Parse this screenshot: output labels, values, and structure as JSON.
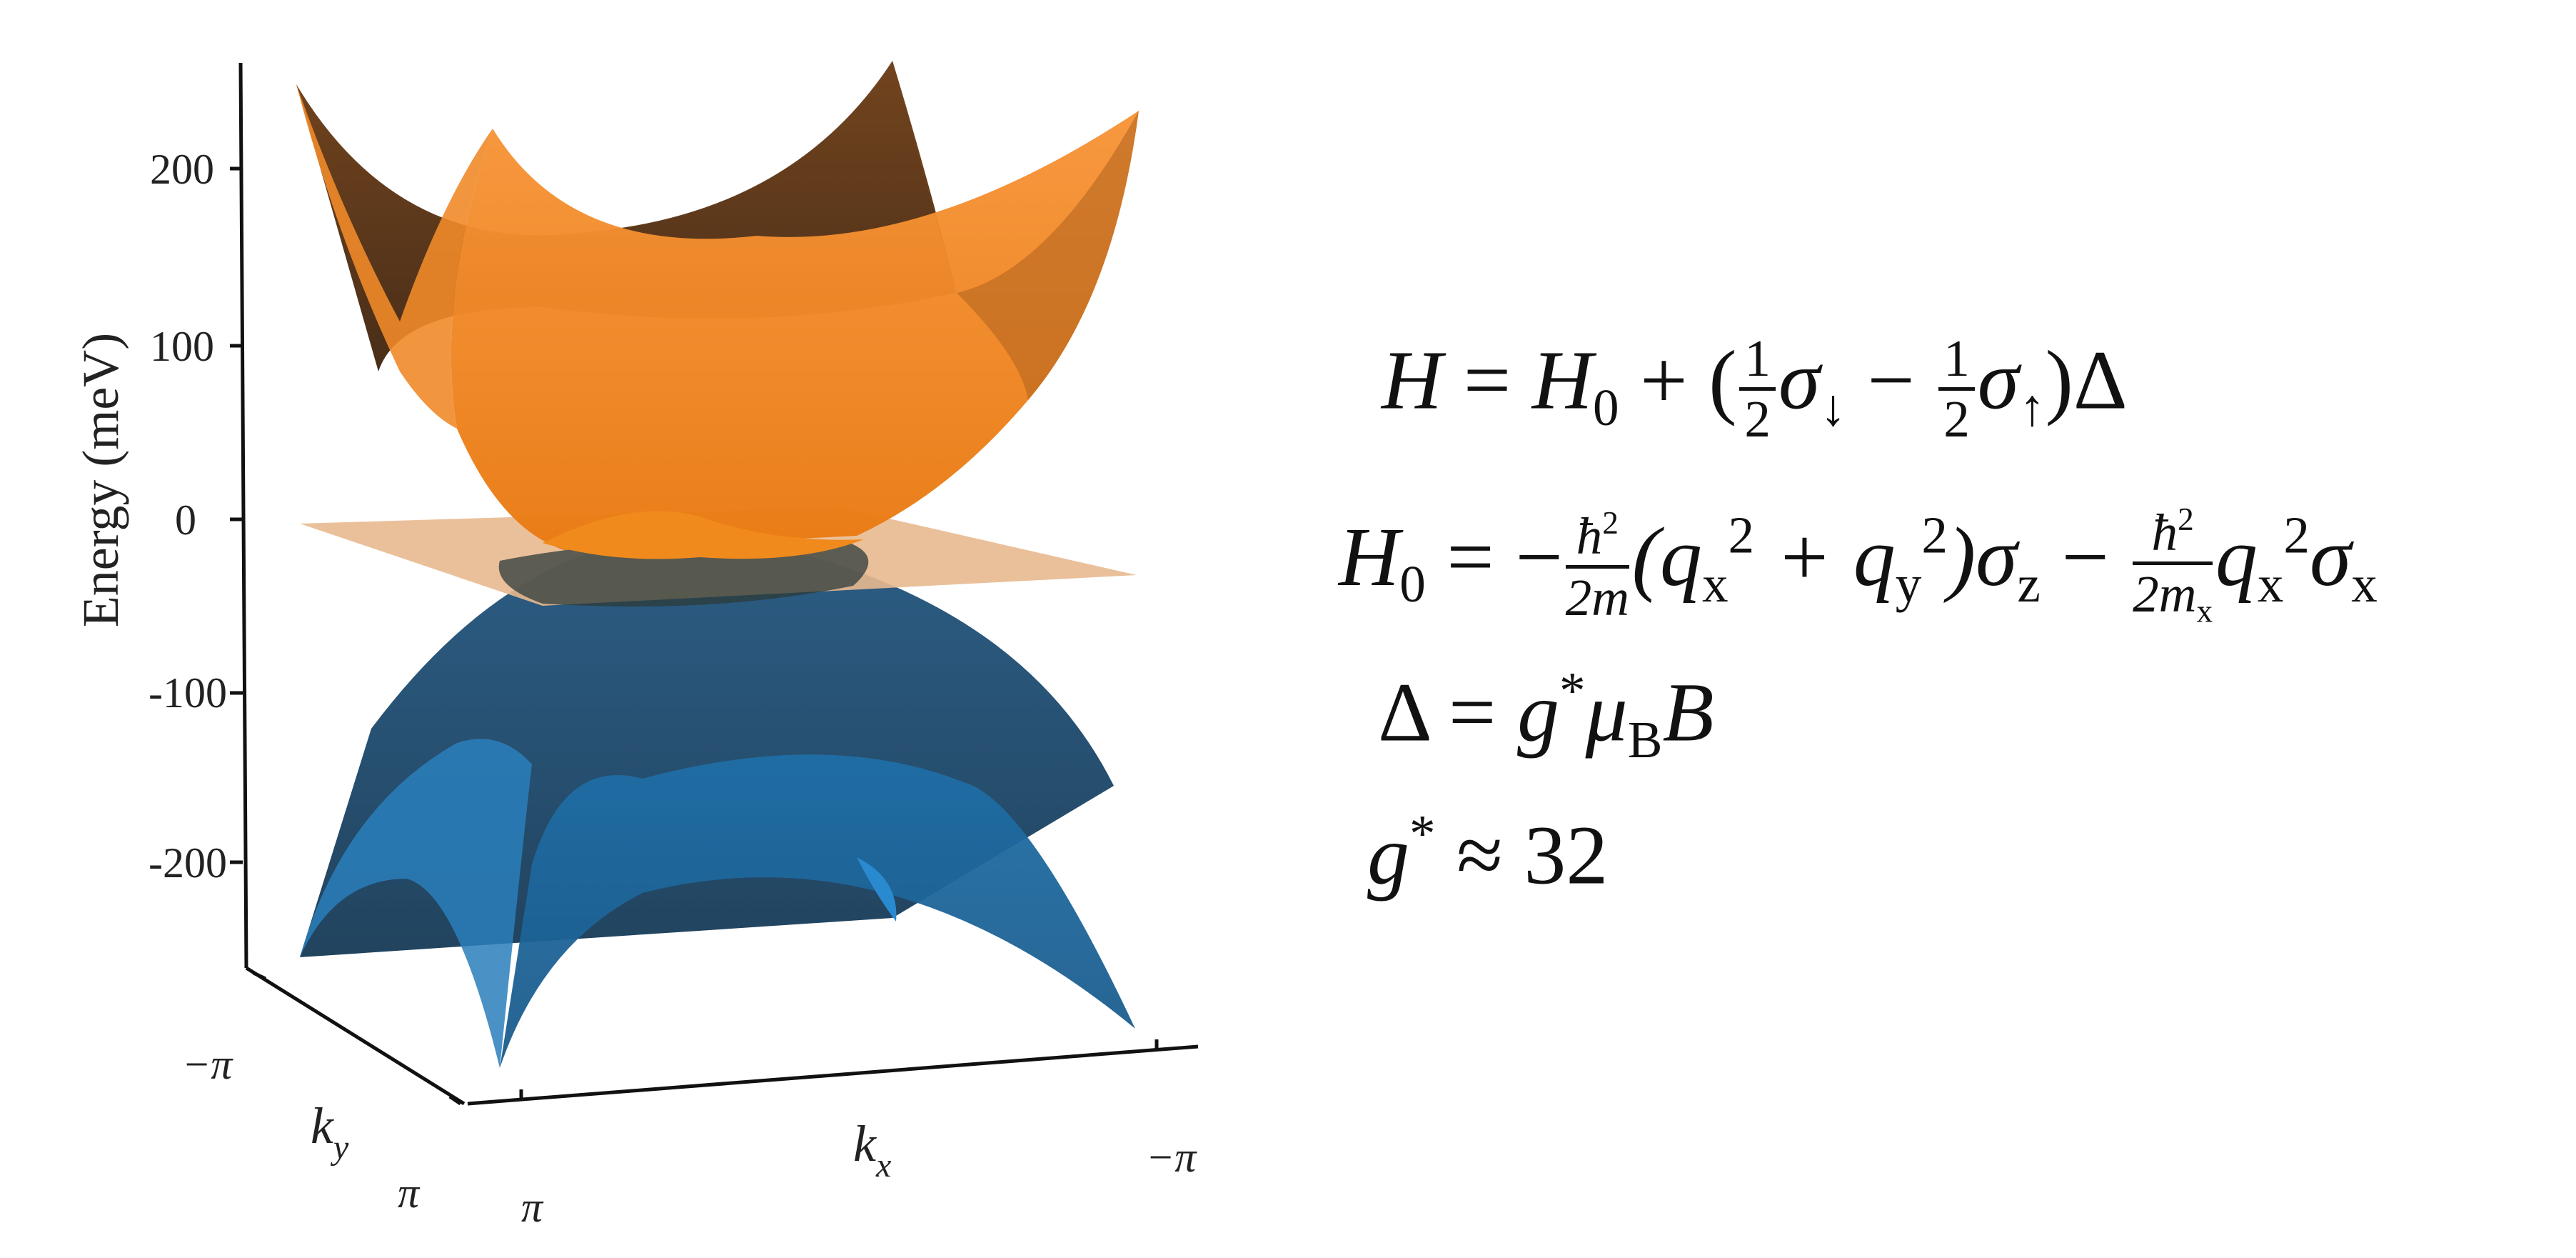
{
  "chart_data": {
    "type": "surface",
    "zlabel": "Energy (meV)",
    "xlabel": "k_x",
    "ylabel": "k_y",
    "zlim": [
      -270,
      270
    ],
    "z_ticks": [
      200,
      100,
      0,
      -100,
      -200
    ],
    "z_tick_labels": [
      "200",
      "100",
      "0",
      "-100",
      "-200"
    ],
    "kx_tick_labels": [
      "π",
      "−π"
    ],
    "ky_tick_labels": [
      "−π",
      "π"
    ],
    "series": [
      {
        "color": "#f28a1e",
        "z_at_k0": 0,
        "z_at_kx_edge": 170,
        "z_at_ky_edge": 260,
        "z_at_corner": 255
      },
      {
        "color": "#1f6ea6",
        "z_at_k0": 0,
        "z_at_kx_edge": -170,
        "z_at_ky_edge": -260,
        "z_at_corner": -255
      },
      {
        "color": "#e8b98f",
        "z_constant": 0
      }
    ],
    "grid": false
  },
  "equations": {
    "eq1": {
      "lhs": "H",
      "op": "=",
      "h0": "H",
      "h0_sub": "0",
      "plus": "+ (",
      "half_num": "1",
      "half_den": "2",
      "sigma": "σ",
      "down": "↓",
      "minus": "−",
      "up": "↑",
      "close": ")Δ"
    },
    "eq2": {
      "lhs": "H",
      "lhs_sub": "0",
      "op": "= −",
      "hbar2": "ħ",
      "two": "2",
      "den1": "2m",
      "paren_open": "(q",
      "qx_sub": "x",
      "q2": "2",
      "plus": "+ q",
      "qy_sub": "y",
      "paren_close": ")σ",
      "sz_sub": "z",
      "minus": "−",
      "den2_m": "2m",
      "den2_sub": "x",
      "q": "q",
      "qx2_sub": "x",
      "sigma": "σ",
      "sx_sub": "x"
    },
    "eq3": {
      "lhs": "Δ",
      "op": "=",
      "g": "g",
      "star": "*",
      "mu": "μ",
      "mu_sub": "B",
      "b": "B"
    },
    "eq4": {
      "g": "g",
      "star": "*",
      "approx": "≈ 32"
    }
  },
  "colors": {
    "upper": "#f28a1e",
    "upper_dark": "#4a2a10",
    "lower": "#1f6ea6",
    "lower_dark": "#0c2a44",
    "plane": "#e8b98f"
  }
}
